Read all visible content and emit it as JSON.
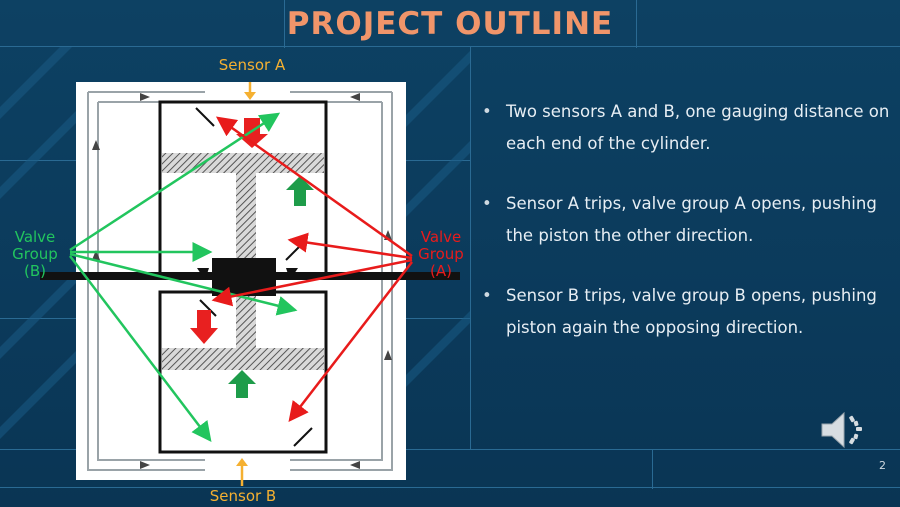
{
  "slide": {
    "title": "PROJECT OUTLINE",
    "page_number": "2",
    "labels": {
      "sensor_a": "Sensor A",
      "sensor_b": "Sensor B",
      "valve_group_b": [
        "Valve",
        "Group",
        "(B)"
      ],
      "valve_group_a": [
        "Valve",
        "Group",
        "(A)"
      ]
    },
    "bullets": [
      "Two sensors A and B, one gauging distance on each end of the cylinder.",
      "Sensor A trips, valve group A opens, pushing the piston the other direction.",
      "Sensor B trips, valve group B opens, pushing piston again the opposing direction."
    ],
    "icons": {
      "speaker": "speaker-icon"
    },
    "colors": {
      "background": "#0b3a5b",
      "title": "#f0956a",
      "sensor_label": "#f5b031",
      "valve_b": "#22c55e",
      "valve_a": "#e81b1b",
      "arrow_red": "#e82020",
      "arrow_green": "#1e9c4a"
    }
  }
}
